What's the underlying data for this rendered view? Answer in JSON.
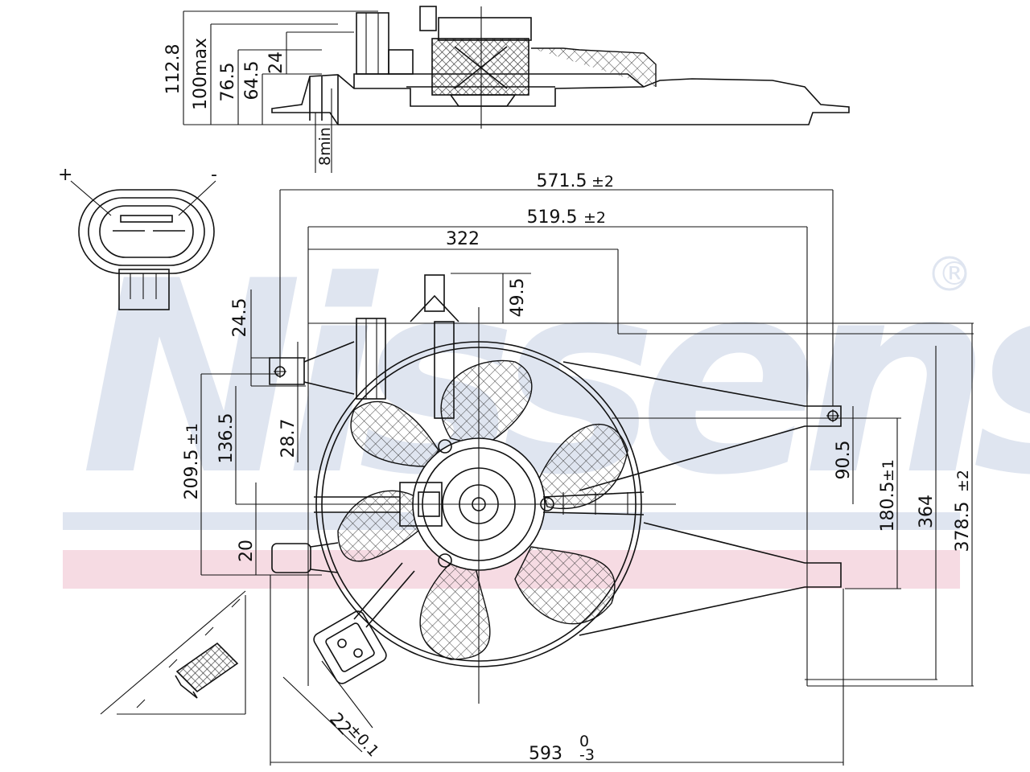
{
  "watermark": {
    "brand": "Nissens",
    "registered_mark": "®",
    "stripe_blue": "#dfe5f0",
    "stripe_red": "#f6dbe3"
  },
  "connector": {
    "plus": "+",
    "minus": "-"
  },
  "side_view": {
    "overall_height": "112.8",
    "max_height": "100max",
    "height_765": "76.5",
    "height_645": "64.5",
    "height_24": "24",
    "min_clearance": "8min"
  },
  "front_view": {
    "width_5715": "571.5",
    "tol_5715": "±2",
    "width_5195": "519.5",
    "tol_5195": "±2",
    "width_322": "322",
    "height_495": "49.5",
    "height_245": "24.5",
    "height_2095": "209.5",
    "tol_2095": "±1",
    "height_1365": "136.5",
    "height_287": "28.7",
    "height_20": "20",
    "height_905": "90.5",
    "height_1805": "180.5",
    "tol_1805": "±1",
    "height_364": "364",
    "height_3785": "378.5",
    "tol_3785": "±2",
    "plug_22": "22",
    "tol_22": "±0.1",
    "bottom_width": "593",
    "tol_upper": "0",
    "tol_lower": "-3"
  }
}
